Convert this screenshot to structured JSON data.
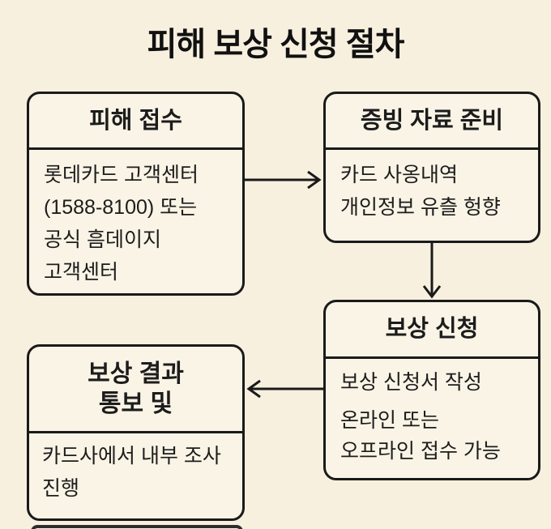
{
  "title": "피해 보상 신청 절차",
  "colors": {
    "background": "#f7f0df",
    "node_fill": "#faf4e6",
    "border": "#1a1a1a",
    "text": "#1c1c1c",
    "arrow": "#1a1a1a"
  },
  "flow": {
    "node1": {
      "header": "피해 접수",
      "line1": "롯데카드 고객센터",
      "line2": "(1588-8100) 또는",
      "line3": "공식 흠데이지",
      "line4": "고객센터"
    },
    "node2": {
      "header": "증빙 자료 준비",
      "line1": "카드 사옹내역",
      "line2": "개인정보 유츨 헝향"
    },
    "node3": {
      "header": "보상 신청",
      "line1": "보상 신청서 작성",
      "line2": "온라인 또는",
      "line3": "오프라인 접수 가능"
    },
    "node4": {
      "header_line1": "보상 결과",
      "header_line2": "통보 및",
      "line1": "카드사에서 내부 조사",
      "line2": "진행"
    }
  }
}
